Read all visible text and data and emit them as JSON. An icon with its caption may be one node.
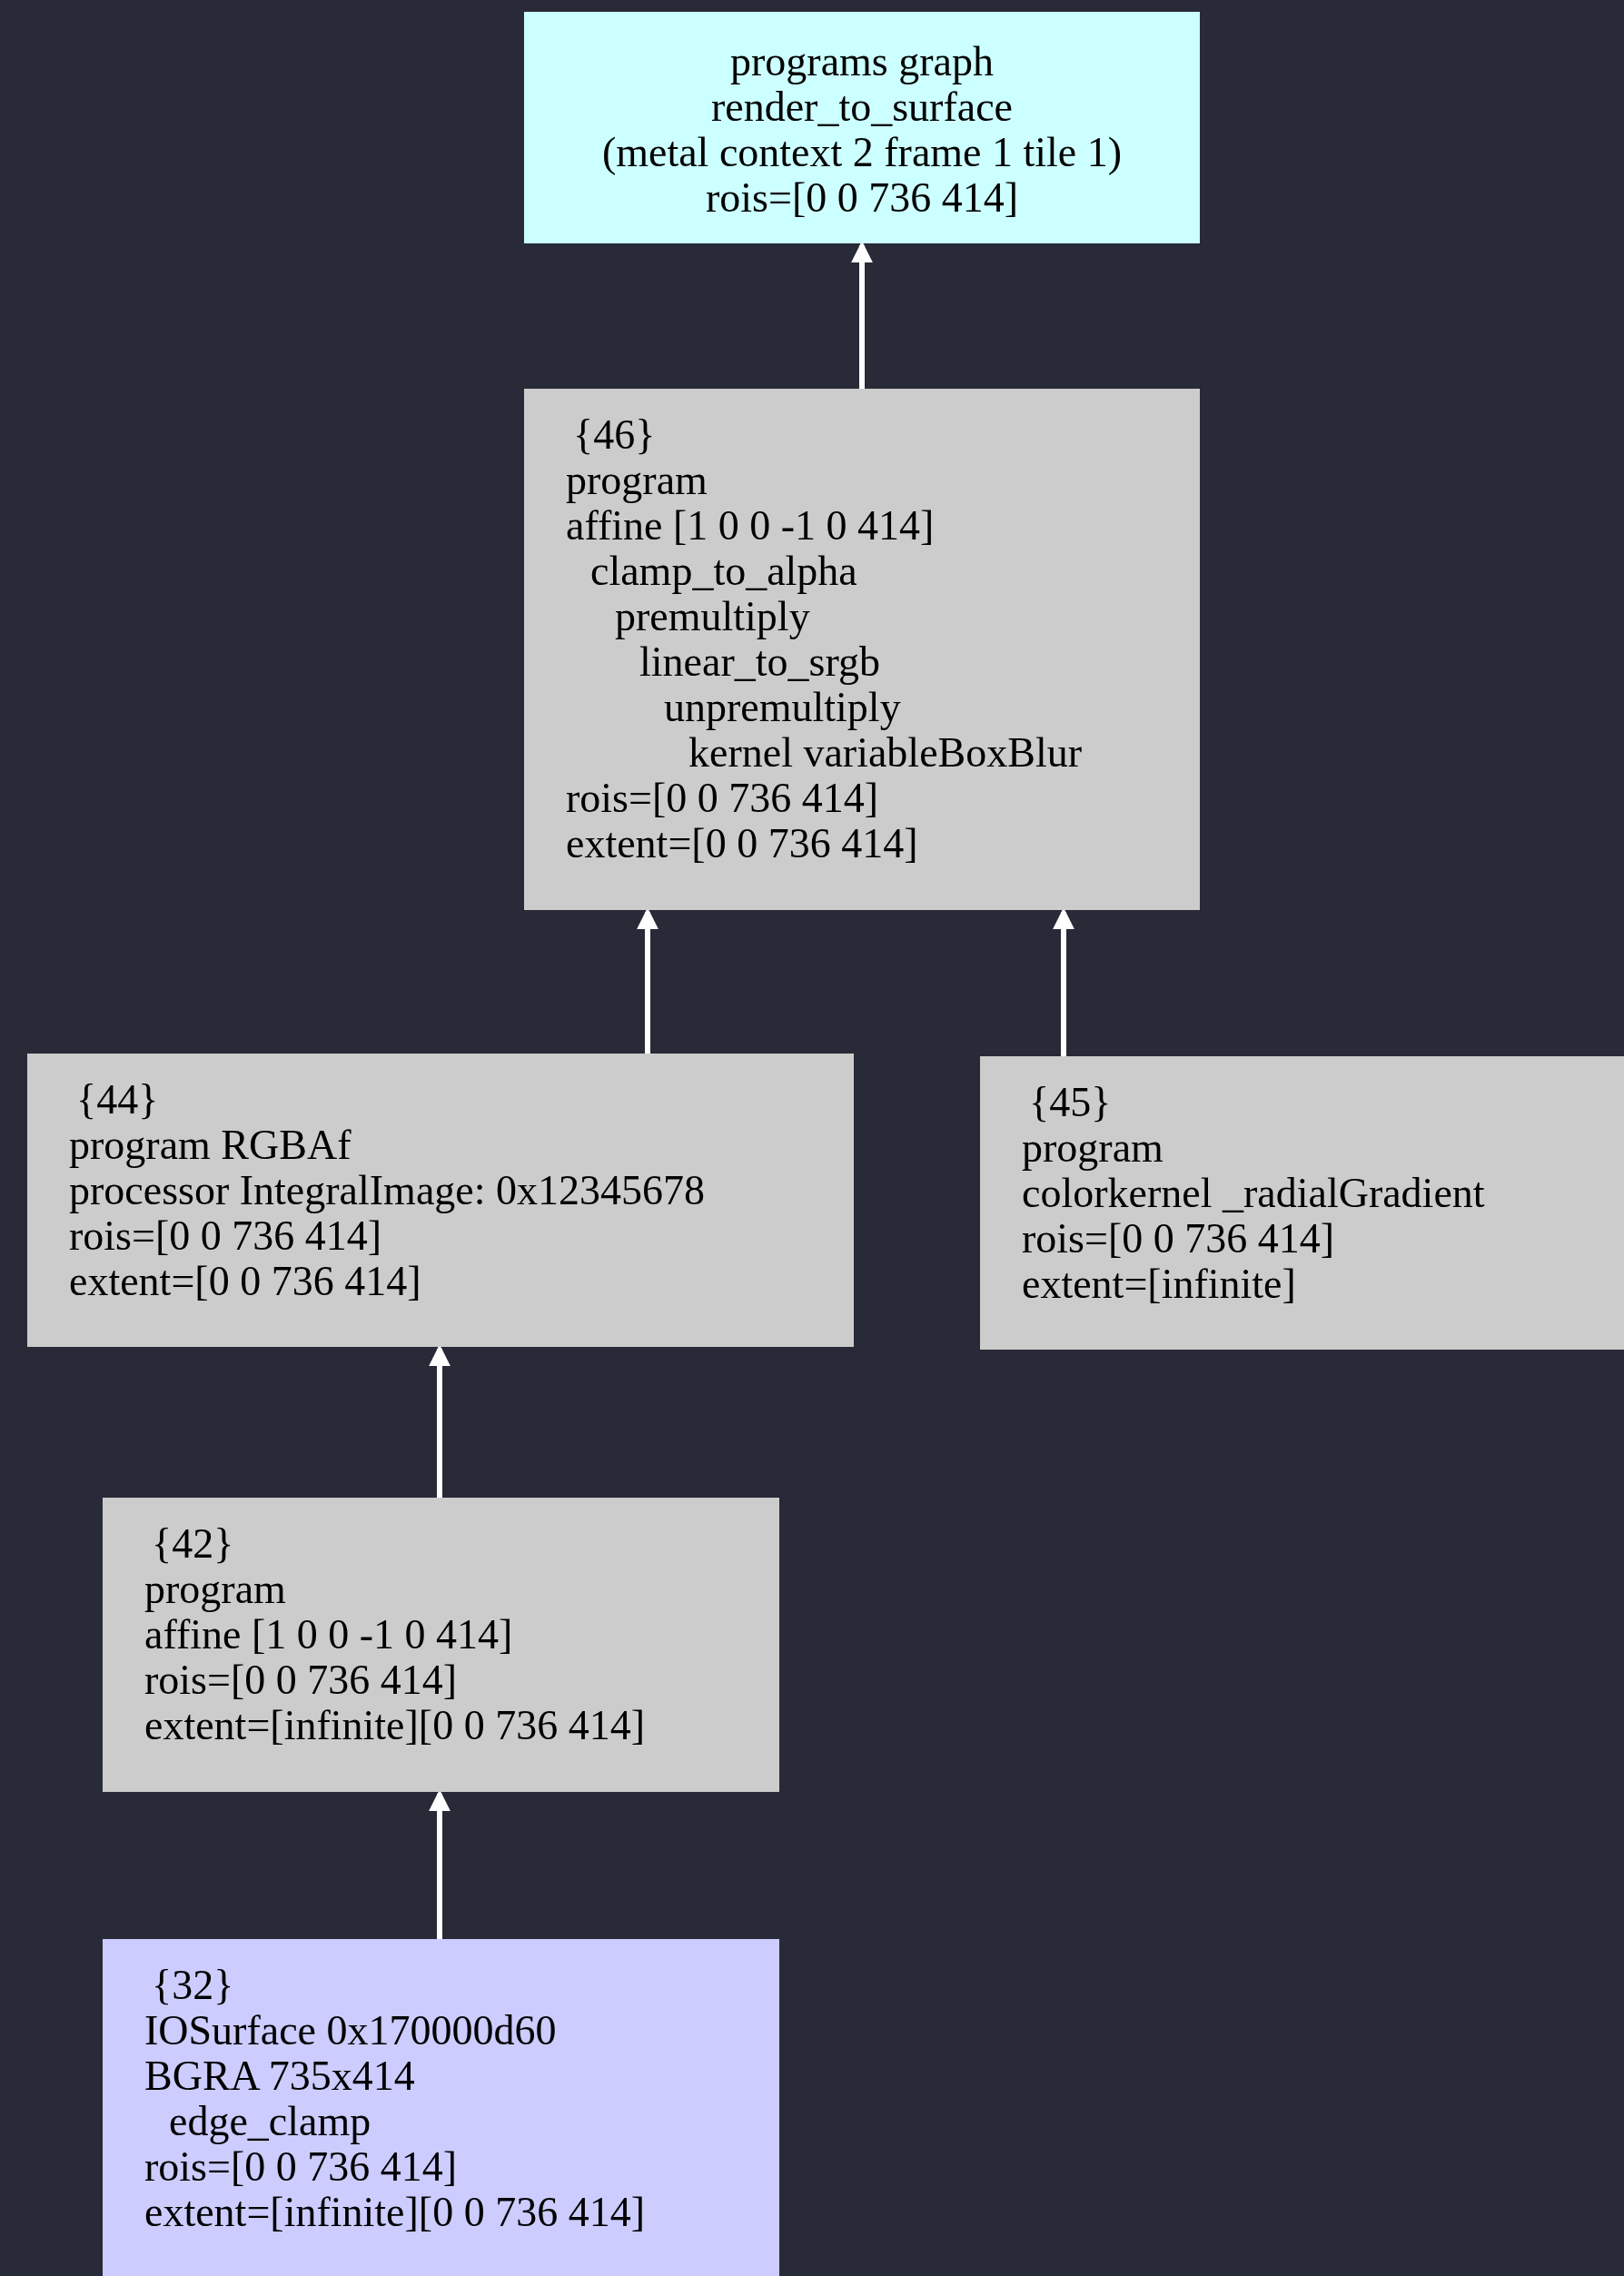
{
  "diagram": {
    "nodes": [
      {
        "text": [
          "programs graph",
          "render_to_surface",
          "(metal context 2 frame 1 tile 1)",
          "rois=[0 0 736 414]"
        ]
      },
      {
        "text": [
          "{46}",
          "program",
          "affine [1 0 0 -1 0 414]",
          "clamp_to_alpha",
          "premultiply",
          "linear_to_srgb",
          "unpremultiply",
          "kernel variableBoxBlur",
          "rois=[0 0 736 414]",
          "extent=[0 0 736 414]"
        ]
      },
      {
        "text": [
          "{44}",
          "program RGBAf",
          "processor IntegralImage: 0x12345678",
          "rois=[0 0 736 414]",
          "extent=[0 0 736 414]"
        ]
      },
      {
        "text": [
          "{45}",
          "program",
          "colorkernel _radialGradient",
          "rois=[0 0 736 414]",
          "extent=[infinite]"
        ]
      },
      {
        "text": [
          "{42}",
          "program",
          "affine [1 0 0 -1 0 414]",
          "rois=[0 0 736 414]",
          "extent=[infinite][0 0 736 414]"
        ]
      },
      {
        "text": [
          "{32}",
          "IOSurface 0x170000d60",
          "BGRA 735x414",
          "edge_clamp",
          "rois=[0 0 736 414]",
          "extent=[infinite][0 0 736 414]"
        ]
      }
    ],
    "edges": [
      {
        "from": 1,
        "to": 0,
        "arrow": "to"
      },
      {
        "from": 2,
        "to": 1,
        "arrow": "to"
      },
      {
        "from": 3,
        "to": 1,
        "arrow": "to"
      },
      {
        "from": 4,
        "to": 2,
        "arrow": "to"
      },
      {
        "from": 5,
        "to": 4,
        "arrow": "to"
      }
    ]
  }
}
